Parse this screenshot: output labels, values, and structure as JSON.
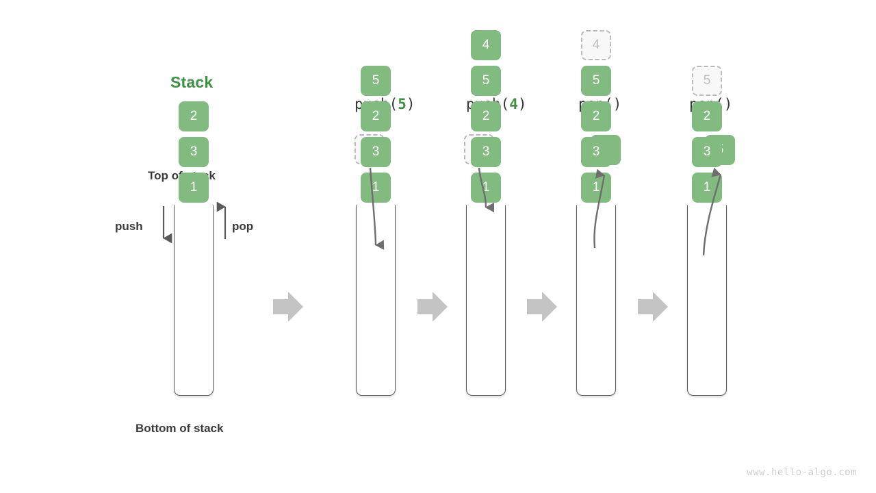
{
  "diagram": {
    "title": "Stack",
    "watermark": "www.hello-algo.com",
    "labels": {
      "top_of_stack": "Top of stack",
      "bottom_of_stack": "Bottom of stack",
      "push": "push",
      "pop": "pop"
    },
    "colors": {
      "element_fill": "#82bb80",
      "element_text": "#ffffff",
      "ghost_fill": "#f8f8f8",
      "ghost_border": "#b9b9b9",
      "ghost_text": "#bfbfbf",
      "title_green": "#3f9142",
      "label_dark": "#3a3a3a",
      "container_stroke": "#5a5a5a",
      "flow_arrow": "#c4c4c4",
      "curve_arrow": "#6e6e6e",
      "watermark": "#cfcfcf"
    },
    "panels": [
      {
        "id": "initial",
        "op_prefix": "",
        "op_arg": "",
        "op_suffix": "",
        "items": [
          "1",
          "3",
          "2"
        ],
        "ghost": null,
        "floating": null
      },
      {
        "id": "push-5",
        "op_prefix": "push(",
        "op_arg": "5",
        "op_suffix": ")",
        "items": [
          "1",
          "3",
          "2",
          "5"
        ],
        "ghost": {
          "value": "5",
          "position": "above-stack"
        },
        "floating": null
      },
      {
        "id": "push-4",
        "op_prefix": "push(",
        "op_arg": "4",
        "op_suffix": ")",
        "items": [
          "1",
          "3",
          "2",
          "5",
          "4"
        ],
        "ghost": {
          "value": "4",
          "position": "above-stack"
        },
        "floating": null
      },
      {
        "id": "pop-1",
        "op_prefix": "pop(",
        "op_arg": "",
        "op_suffix": ")",
        "items": [
          "1",
          "3",
          "2",
          "5"
        ],
        "ghost": {
          "value": "4",
          "position": "in-stack-top"
        },
        "floating": {
          "value": "4"
        }
      },
      {
        "id": "pop-2",
        "op_prefix": "pop(",
        "op_arg": "",
        "op_suffix": ")",
        "items": [
          "1",
          "3",
          "2"
        ],
        "ghost": {
          "value": "5",
          "position": "in-stack-top"
        },
        "floating": {
          "value": "5"
        }
      }
    ],
    "flow_arrows": 4
  }
}
